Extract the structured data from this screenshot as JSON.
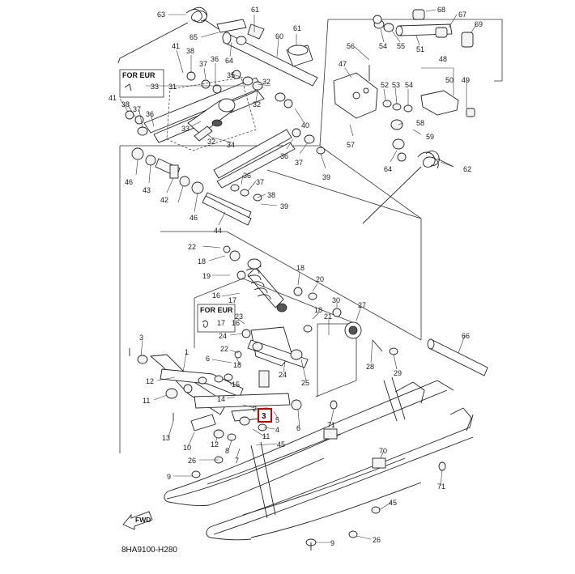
{
  "diagram_code": "8HA9100-H280",
  "fwd_label": "FWD",
  "eur_label": "FOR EUR",
  "highlighted_callout": "3",
  "callouts": {
    "c63": "63",
    "c61": "61",
    "c68": "68",
    "c67": "67",
    "c69": "69",
    "c65": "65",
    "c64a": "64",
    "c60": "60",
    "c54": "54",
    "c55": "55",
    "c51": "51",
    "c56": "56",
    "c47": "47",
    "c48": "48",
    "c50": "50",
    "c49": "49",
    "c52": "52",
    "c53": "53",
    "c54b": "54",
    "c41a": "41",
    "c38a": "38",
    "c37a": "37",
    "c36a": "36",
    "c35": "35",
    "c33a": "33",
    "c31": "31",
    "c32a": "32",
    "c32b": "32",
    "c41b": "41",
    "c38b": "38",
    "c37b": "37",
    "c36b": "36",
    "c33b": "33",
    "c32c": "32",
    "c34": "34",
    "c40": "40",
    "c58": "58",
    "c59": "59",
    "c57": "57",
    "c64b": "64",
    "c62": "62",
    "c36c": "36",
    "c37c": "37",
    "c39a": "39",
    "c46a": "46",
    "c43": "43",
    "c42": "42",
    "c46b": "46",
    "c44": "44",
    "c36d": "36",
    "c37d": "37",
    "c38c": "38",
    "c39b": "39",
    "c22a": "22",
    "c18a": "18",
    "c19": "19",
    "c18b": "18",
    "c20": "20",
    "c16": "16",
    "c17a": "17",
    "c17b": "17",
    "c16b": "16",
    "c18c": "18",
    "c30": "30",
    "c27": "27",
    "c21": "21",
    "c23": "23",
    "c24": "24",
    "c22b": "22",
    "c18d": "18",
    "c6a": "6",
    "c24b": "24",
    "c25": "25",
    "c28": "28",
    "c29": "29",
    "c66": "66",
    "c3a": "3",
    "c1": "1",
    "c12a": "12",
    "c15": "15",
    "c14": "14",
    "c11a": "11",
    "c2": "2",
    "c5": "5",
    "c4": "4",
    "c11b": "11",
    "c6b": "6",
    "c45a": "45",
    "c13": "13",
    "c10": "10",
    "c12b": "12",
    "c8": "8",
    "c7": "7",
    "c71a": "71",
    "c70": "70",
    "c71b": "71",
    "c26a": "26",
    "c9a": "9",
    "c45b": "45",
    "c26b": "26",
    "c9b": "9"
  }
}
